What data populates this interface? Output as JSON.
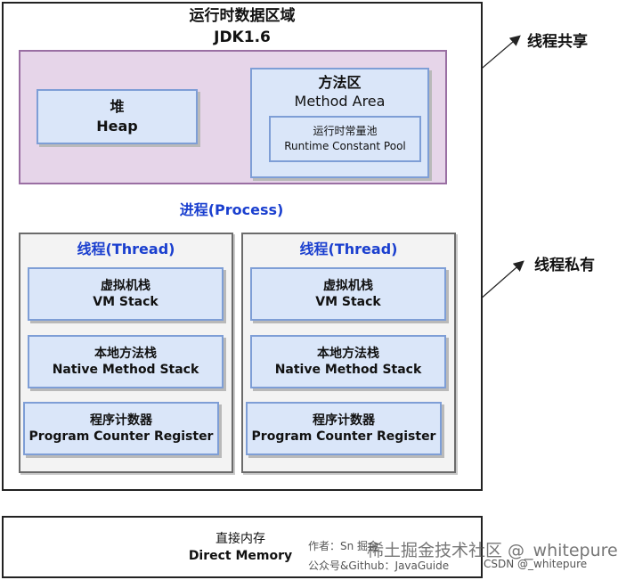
{
  "runtime_area": {
    "title": "运行时数据区域",
    "version": "JDK1.6"
  },
  "heap": {
    "label_zh": "堆",
    "label_en": "Heap"
  },
  "method_area": {
    "label_zh": "方法区",
    "label_en": "Method Area",
    "constant_pool": {
      "label_zh": "运行时常量池",
      "label_en": "Runtime Constant Pool"
    }
  },
  "process_label": "进程(Process)",
  "threads": [
    {
      "title": "线程(Thread)",
      "vm_stack": {
        "zh": "虚拟机栈",
        "en": "VM Stack"
      },
      "native_stack": {
        "zh": "本地方法栈",
        "en": "Native Method Stack"
      },
      "pc_register": {
        "zh": "程序计数器",
        "en": "Program Counter Register"
      }
    },
    {
      "title": "线程(Thread)",
      "vm_stack": {
        "zh": "虚拟机栈",
        "en": "VM Stack"
      },
      "native_stack": {
        "zh": "本地方法栈",
        "en": "Native Method Stack"
      },
      "pc_register": {
        "zh": "程序计数器",
        "en": "Program Counter Register"
      }
    }
  ],
  "annotations": {
    "shared": "线程共享",
    "private": "线程私有"
  },
  "direct_memory": {
    "label_zh": "直接内存",
    "label_en": "Direct Memory"
  },
  "watermark": {
    "author": "作者：Sn 掘金",
    "account": "公众号&Github：JavaGuide",
    "site": "稀土掘金技术社区 @_whitepure",
    "csdn": "CSDN @_whitepure"
  },
  "colors": {
    "shared_bg": "#e6d5e9",
    "shared_border": "#9a6fa3",
    "box_bg": "#dae6f9",
    "box_border": "#7e9ed6",
    "thread_bg": "#f3f3f3",
    "label_blue": "#1a3fcf"
  }
}
